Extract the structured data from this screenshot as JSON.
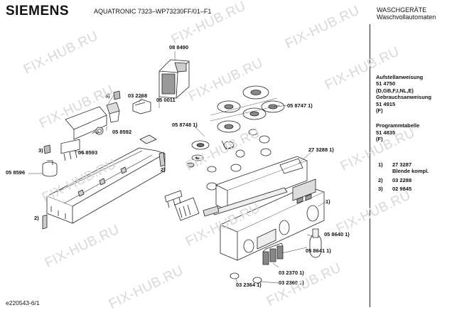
{
  "header": {
    "brand": "SIEMENS",
    "model": "AQUATRONIC 7323–WP73230FF/01–F1",
    "category_line1": "WASCHGERÄTE",
    "category_line2": "Waschvollautomaten"
  },
  "side_docs": [
    {
      "text": "Aufstellanweisung",
      "bold": true
    },
    {
      "text": "51 4750",
      "bold": true
    },
    {
      "text": "(D,GB,F,I,NL,E)",
      "bold": true
    },
    {
      "text": "Gebrauchsanweisung",
      "bold": true
    },
    {
      "text": "51 4915",
      "bold": true
    },
    {
      "text": "(F)",
      "bold": true
    },
    {
      "text": "",
      "bold": false
    },
    {
      "text": "Programmtabelle",
      "bold": true
    },
    {
      "text": "51 4835",
      "bold": true
    },
    {
      "text": "(F)",
      "bold": true
    }
  ],
  "notes": [
    {
      "key": "1)",
      "lines": [
        "27 3287",
        "Blende kompl."
      ]
    },
    {
      "key": "2)",
      "lines": [
        "03 2288"
      ]
    },
    {
      "key": "3)",
      "lines": [
        "02 9845"
      ]
    }
  ],
  "doc_number": "e220543-6/1",
  "watermark": "FIX-HUB.RU",
  "part_labels": [
    {
      "id": "08-8490",
      "number": "08 8490",
      "note": ""
    },
    {
      "id": "03-2268",
      "number": "03 2268",
      "note": ""
    },
    {
      "id": "3-top",
      "number": "3)",
      "note": ""
    },
    {
      "id": "05-0011",
      "number": "05 0011",
      "note": ""
    },
    {
      "id": "05-8747",
      "number": "05 8747",
      "note": "1)"
    },
    {
      "id": "05-8748",
      "number": "05 8748",
      "note": "1)"
    },
    {
      "id": "05-8592",
      "number": "05 8592",
      "note": ""
    },
    {
      "id": "3-left",
      "number": "3)",
      "note": ""
    },
    {
      "id": "05-8593",
      "number": "05 8593",
      "note": ""
    },
    {
      "id": "05-8596",
      "number": "05 8596",
      "note": ""
    },
    {
      "id": "27-3288",
      "number": "27 3288",
      "note": "1)"
    },
    {
      "id": "2-mid",
      "number": "2)",
      "note": ""
    },
    {
      "id": "2-left",
      "number": "2)",
      "note": ""
    },
    {
      "id": "1-panel",
      "number": "1)",
      "note": ""
    },
    {
      "id": "05-8640",
      "number": "05 8640",
      "note": "1)"
    },
    {
      "id": "05-8641",
      "number": "05 8641",
      "note": "1)"
    },
    {
      "id": "03-2370",
      "number": "03 2370",
      "note": "1)"
    },
    {
      "id": "03-2364",
      "number": "03 2364",
      "note": "1)"
    },
    {
      "id": "03-2369",
      "number": "03 2369",
      "note": "1)"
    }
  ]
}
